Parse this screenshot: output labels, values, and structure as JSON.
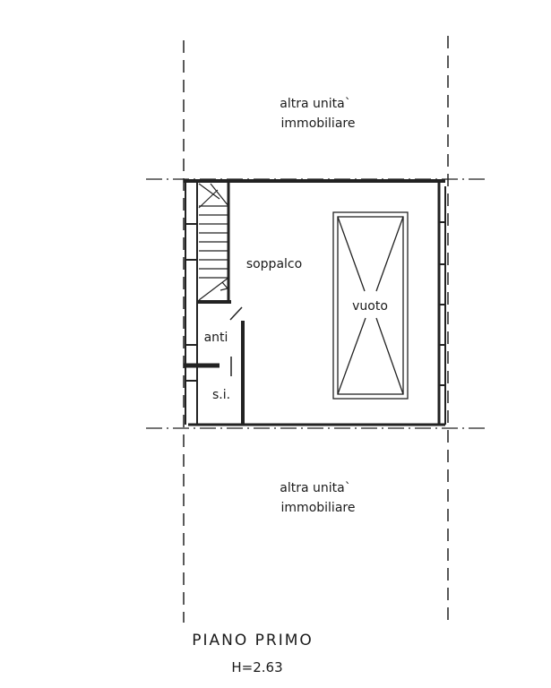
{
  "labels": {
    "top_unit_line1": "altra unita`",
    "top_unit_line2": "immobiliare",
    "bottom_unit_line1": "altra unita`",
    "bottom_unit_line2": "immobiliare",
    "soppalco": "soppalco",
    "vuoto": "vuoto",
    "anti": "anti",
    "si": "s.i."
  },
  "title": {
    "floor": "PIANO   PRIMO",
    "height": "H=2.63"
  }
}
